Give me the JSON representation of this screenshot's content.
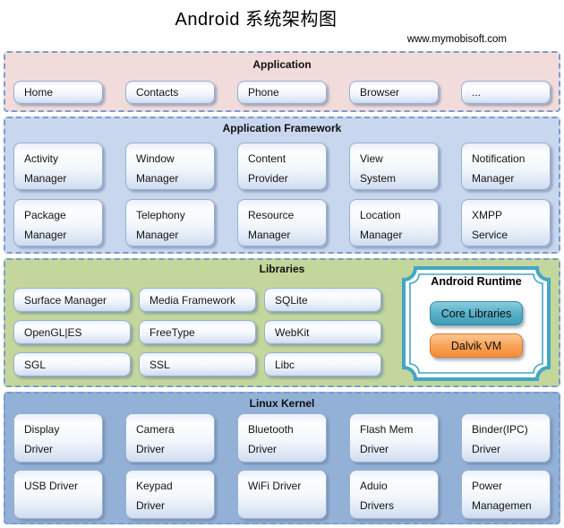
{
  "title": "Android  系统架构图",
  "website": "www.mymobisoft.com",
  "colors": {
    "application_bg": "#f2dcdb",
    "framework_bg": "#c9d7ee",
    "libraries_bg": "#c3d69b",
    "kernel_bg": "#93b1d7",
    "dashed_border": "#7a9ccd",
    "runtime_border": "#43a6c4",
    "core_libraries_accent": "#4bacc6",
    "dalvik_accent": "#f79646"
  },
  "application": {
    "label": "Application",
    "items": [
      "Home",
      "Contacts",
      "Phone",
      "Browser",
      "..."
    ]
  },
  "framework": {
    "label": "Application Framework",
    "items": [
      "Activity\nManager",
      "Window\nManager",
      "Content\nProvider",
      "View\nSystem",
      "Notification\nManager",
      "Package\nManager",
      "Telephony\nManager",
      "Resource\nManager",
      "Location\nManager",
      "XMPP\nService"
    ]
  },
  "libraries": {
    "label": "Libraries",
    "items": [
      "Surface Manager",
      "Media Framework",
      "SQLite",
      "OpenGL|ES",
      "FreeType",
      "WebKit",
      "SGL",
      "SSL",
      "Libc"
    ]
  },
  "runtime": {
    "label": "Android Runtime",
    "items": [
      "Core Libraries",
      "Dalvik VM"
    ]
  },
  "kernel": {
    "label": "Linux Kernel",
    "items": [
      "Display\nDriver",
      "Camera\nDriver",
      "Bluetooth\nDriver",
      "Flash Mem\n Driver",
      "Binder(IPC)\nDriver",
      "USB Driver",
      "Keypad\nDriver",
      "WiFi Driver",
      "Aduio\nDrivers",
      "Power\nManagemen"
    ]
  }
}
